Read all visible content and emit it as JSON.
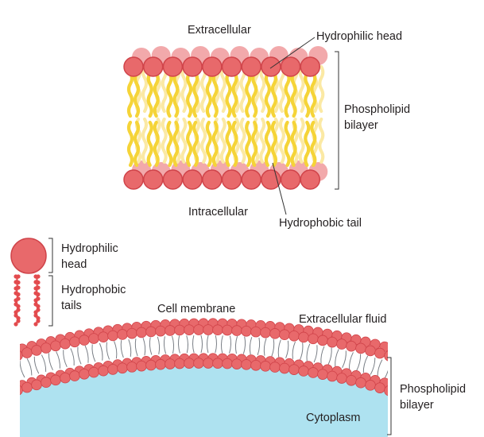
{
  "top_diagram": {
    "extracellular": "Extracellular",
    "intracellular": "Intracellular",
    "hydrophilic_head": "Hydrophilic head",
    "hydrophobic_tail": "Hydrophobic tail",
    "bilayer_label": "Phospholipid bilayer"
  },
  "molecule_legend": {
    "head_label": "Hydrophilic head",
    "tails_label": "Hydrophobic tails"
  },
  "membrane_diagram": {
    "cell_membrane": "Cell membrane",
    "extracellular_fluid": "Extracellular fluid",
    "cytoplasm": "Cytoplasm",
    "bilayer_label": "Phospholipid bilayer"
  },
  "colors": {
    "head_fill": "#e8696b",
    "head_stroke": "#d0444a",
    "head_back": "#f2a9ab",
    "tail": "#f5d438",
    "tail_back": "#fbe9a4",
    "cytoplasm": "#aee2f0",
    "legend_tail": "#e34b4e",
    "text": "#231f20"
  },
  "icons": [
    "phospholipid-head-icon",
    "phospholipid-tail-icon"
  ]
}
